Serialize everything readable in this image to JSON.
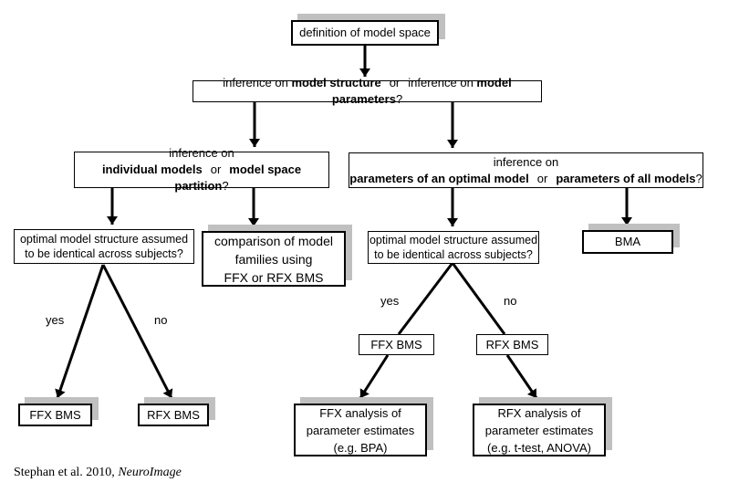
{
  "diagram": {
    "definition_box": "definition of model space",
    "q_structure": {
      "pre": "inference on ",
      "b1": "model structure",
      "or": "or",
      "pre2": "inference on ",
      "b2": "model parameters",
      "end": "?"
    },
    "q_individual": {
      "line1": "inference on",
      "b1": "individual models",
      "or": "or",
      "b2": "model space partition",
      "end": "?"
    },
    "q_parameters": {
      "line1": "inference on",
      "b1": "parameters of an optimal model",
      "or": "or",
      "b2": "parameters of all models",
      "end": "?"
    },
    "q_identical_left": {
      "line1": "optimal model structure assumed",
      "line2": "to be identical across subjects?"
    },
    "q_identical_right": {
      "line1": "optimal model structure assumed",
      "line2": "to be identical across subjects?"
    },
    "comparison_box": {
      "line1": "comparison of model",
      "line2": "families using",
      "line3": "FFX or RFX BMS"
    },
    "bma_box": "BMA",
    "ffx_bms_left": "FFX BMS",
    "rfx_bms_left": "RFX BMS",
    "ffx_bms_right": "FFX BMS",
    "rfx_bms_right": "RFX BMS",
    "ffx_analysis": {
      "line1": "FFX analysis of",
      "line2": "parameter estimates",
      "line3": "(e.g. BPA)"
    },
    "rfx_analysis": {
      "line1": "RFX analysis of",
      "line2": "parameter estimates",
      "line3": "(e.g. t-test, ANOVA)"
    },
    "labels": {
      "yes_left": "yes",
      "no_left": "no",
      "yes_right": "yes",
      "no_right": "no"
    },
    "citation": {
      "text": "Stephan et al. 2010, ",
      "journal": "NeuroImage"
    },
    "colors": {
      "shadow": "#c0c0c0",
      "border": "#000000",
      "background": "#ffffff",
      "text": "#000000"
    }
  }
}
